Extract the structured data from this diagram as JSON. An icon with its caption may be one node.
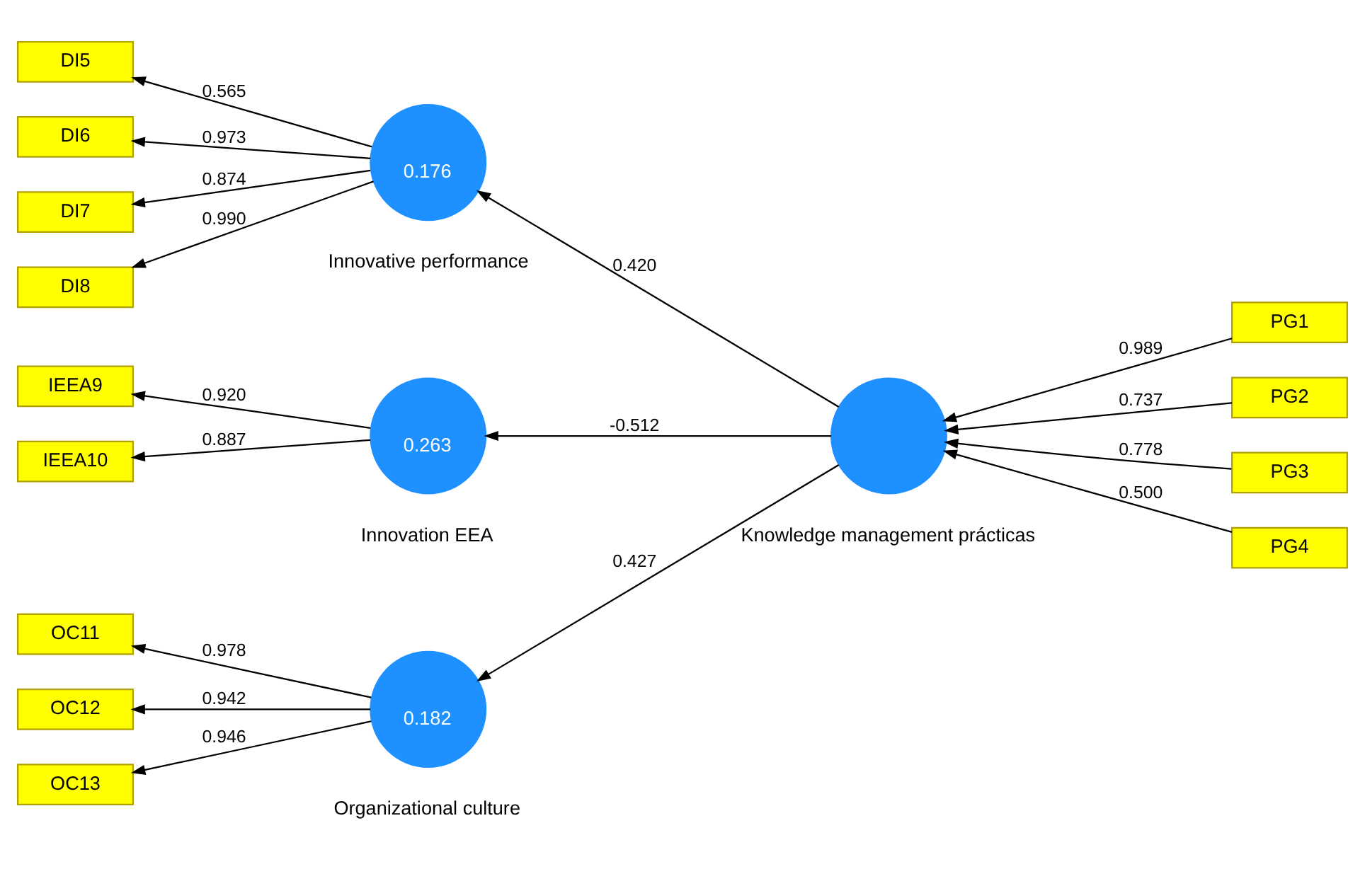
{
  "diagram": {
    "nodes": [
      {
        "text": [
          "DI5"
        ]
      },
      {
        "text": [
          "DI6"
        ]
      },
      {
        "text": [
          "DI7"
        ]
      },
      {
        "text": [
          "DI8"
        ]
      },
      {
        "text": [
          "0.176"
        ],
        "beside": [
          "Innovative performance"
        ]
      },
      {
        "text": [
          "PG1"
        ]
      },
      {
        "text": [
          "PG2"
        ]
      },
      {
        "text": [
          "PG3"
        ]
      },
      {
        "text": [
          "PG4"
        ]
      },
      {
        "text": [],
        "shape": "circle",
        "beside": [
          "Knowledge management prácticas"
        ]
      },
      {
        "text": [
          "IEEA9"
        ]
      },
      {
        "text": [
          "IEEA10"
        ]
      },
      {
        "text": [
          "0.263"
        ],
        "beside": [
          "Innovation EEA"
        ]
      },
      {
        "text": [
          "OC11"
        ]
      },
      {
        "text": [
          "OC12"
        ]
      },
      {
        "text": [
          "OC13"
        ]
      },
      {
        "text": [
          "0.182"
        ],
        "beside": [
          "Organizational culture"
        ]
      }
    ],
    "edges": [
      {
        "from": 4,
        "to": 0,
        "arrow": "to",
        "label": "0.565"
      },
      {
        "from": 4,
        "to": 1,
        "arrow": "to",
        "label": "0.973"
      },
      {
        "from": 4,
        "to": 2,
        "arrow": "to",
        "label": "0.874"
      },
      {
        "from": 4,
        "to": 3,
        "arrow": "to",
        "label": "0.990"
      },
      {
        "from": 9,
        "to": 4,
        "arrow": "to",
        "label": "0.420"
      },
      {
        "from": 9,
        "to": 12,
        "arrow": "to",
        "label": "-0.512"
      },
      {
        "from": 9,
        "to": 16,
        "arrow": "to",
        "label": "0.427"
      },
      {
        "from": 5,
        "to": 9,
        "arrow": "to",
        "label": "0.989"
      },
      {
        "from": 6,
        "to": 9,
        "arrow": "to",
        "label": "0.737"
      },
      {
        "from": 7,
        "to": 9,
        "arrow": "to",
        "label": "0.778"
      },
      {
        "from": 8,
        "to": 9,
        "arrow": "to",
        "label": "0.500"
      },
      {
        "from": 12,
        "to": 10,
        "arrow": "to",
        "label": "0.920"
      },
      {
        "from": 12,
        "to": 11,
        "arrow": "to",
        "label": "0.887"
      },
      {
        "from": 16,
        "to": 13,
        "arrow": "to",
        "label": "0.978"
      },
      {
        "from": 16,
        "to": 14,
        "arrow": "to",
        "label": "0.942"
      },
      {
        "from": 16,
        "to": 15,
        "arrow": "to",
        "label": "0.946"
      }
    ]
  }
}
